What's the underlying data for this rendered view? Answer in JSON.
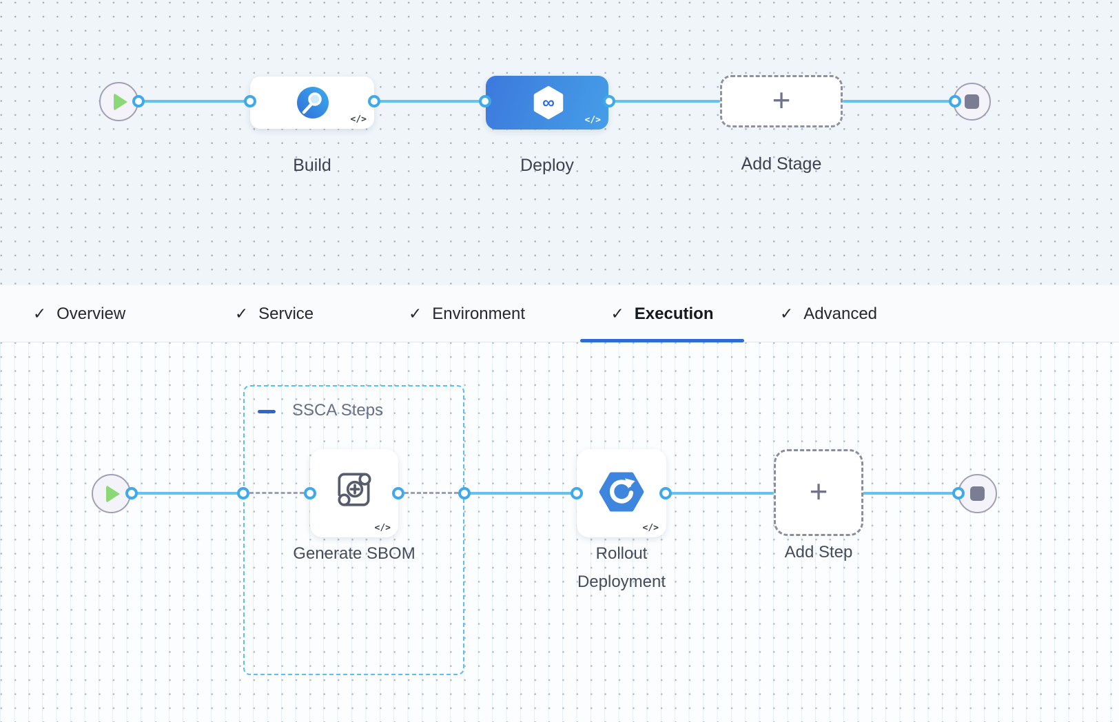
{
  "ui": {
    "check_glyph": "✓",
    "plus_glyph": "+",
    "code_glyph": "</>",
    "infinity_glyph": "∞"
  },
  "colors": {
    "accent_blue": "#2e6bd2",
    "connector_blue": "#62c2f0",
    "selected_stage_blue_start": "#3c79dc",
    "selected_stage_blue_end": "#459ee8",
    "play_green": "#8bd876",
    "group_border_blue": "#58bff2",
    "canvas_top_bg": "#eff5f9",
    "canvas_bottom_bg": "#fbfdfe"
  },
  "stage_canvas": {
    "stages": [
      {
        "label": "Build",
        "selected": false
      },
      {
        "label": "Deploy",
        "selected": true
      },
      {
        "label": "Add Stage",
        "type": "add"
      }
    ]
  },
  "tabs": [
    {
      "label": "Overview",
      "checked": true,
      "active": false
    },
    {
      "label": "Service",
      "checked": true,
      "active": false
    },
    {
      "label": "Environment",
      "checked": true,
      "active": false
    },
    {
      "label": "Execution",
      "checked": true,
      "active": true
    },
    {
      "label": "Advanced",
      "checked": true,
      "active": false
    }
  ],
  "execution_canvas": {
    "group": {
      "label": "SSCA Steps"
    },
    "steps": [
      {
        "label": "Generate SBOM"
      },
      {
        "label": "Rollout Deployment"
      }
    ],
    "add_step": {
      "label": "Add Step"
    }
  }
}
